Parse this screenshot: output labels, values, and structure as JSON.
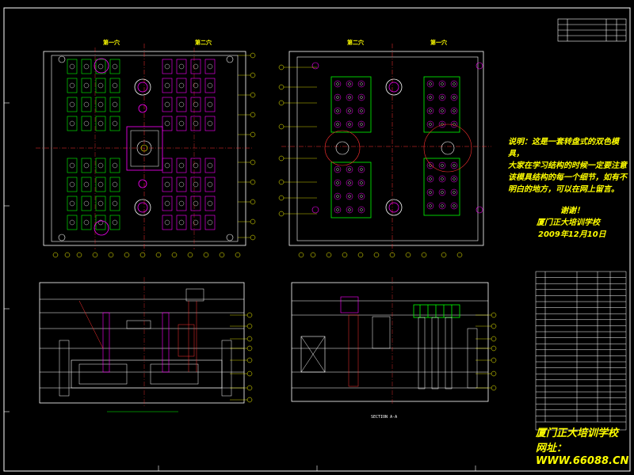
{
  "app": {
    "background": "#000000",
    "colors": {
      "frame": "#ffffff",
      "green": "#00ff00",
      "magenta": "#ff00ff",
      "red": "#ff3030",
      "yellow": "#ffff00",
      "cyan": "#00ffff"
    }
  },
  "views": {
    "top_left": {
      "label_left": "第一穴",
      "label_right": "第二穴"
    },
    "top_right": {
      "label_left": "第二穴",
      "label_right": "第一穴"
    }
  },
  "note": {
    "lines": [
      "说明：这是一套转盘式的双色模具，",
      "大家在学习结构的时候一定要注意",
      "该模具结构的每一个细节，如有不",
      "明白的地方，可以在网上留言。"
    ],
    "thanks": "谢谢！",
    "school": "厦门正大培训学校",
    "date": "2009年12月10日"
  },
  "footer": {
    "school_name": "厦门正大培训学校",
    "website": "网址：WWW.66088.CN"
  },
  "section_label": "SECTION A-A"
}
